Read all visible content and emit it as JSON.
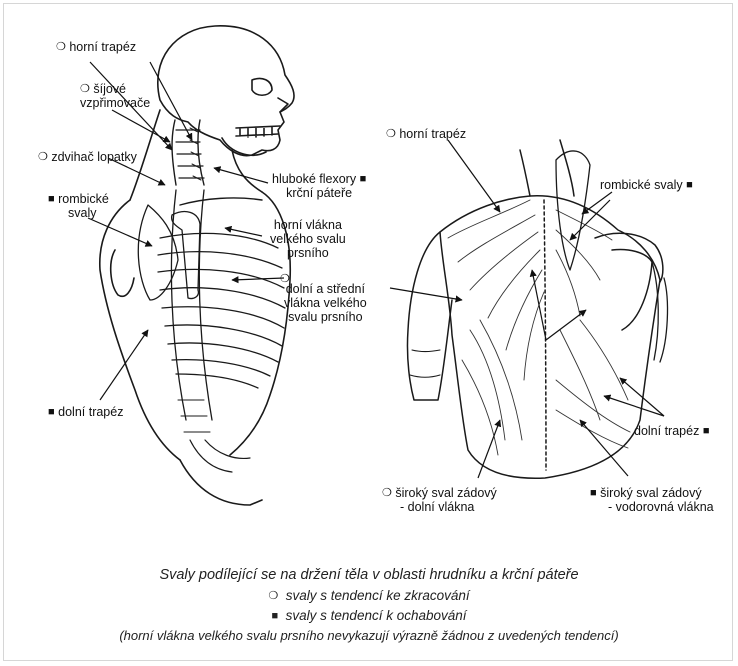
{
  "markers": {
    "shortening": "❍",
    "weakening": "■"
  },
  "left_figure": {
    "labels": {
      "horni_trapez": "horní trapéz",
      "sijove_1": "šíjové",
      "sijove_2": "vzpřimovače",
      "zdvihac": "zdvihač lopatky",
      "rombicke_1": "rombické",
      "rombicke_2": "svaly",
      "hluboke_1": "hluboké flexory",
      "hluboke_2": "krční páteře",
      "pectoral_upper_1": "horní vlákna",
      "pectoral_upper_2": "velkého svalu",
      "pectoral_upper_3": "prsního",
      "pectoral_lower_1": "dolní a střední",
      "pectoral_lower_2": "vlákna velkého",
      "pectoral_lower_3": "svalu prsního",
      "dolni_trapez": "dolní trapéz"
    }
  },
  "right_figure": {
    "labels": {
      "horni_trapez": "horní trapéz",
      "rombicke": "rombické svaly",
      "dolni_trapez": "dolní trapéz",
      "siroky_dolni_1": "široký sval zádový",
      "siroky_dolni_2": "- dolní vlákna",
      "siroky_vodorovna_1": "široký sval zádový",
      "siroky_vodorovna_2": "- vodorovná vlákna"
    }
  },
  "caption": {
    "title": "Svaly podílející se na držení těla v oblasti hrudníku a krční páteře",
    "legend_shortening": "svaly s tendencí ke zkracování",
    "legend_weakening": "svaly s tendencí k ochabování",
    "note": "(horní vlákna velkého svalu prsního nevykazují výrazně žádnou z uvedených tendencí)"
  }
}
